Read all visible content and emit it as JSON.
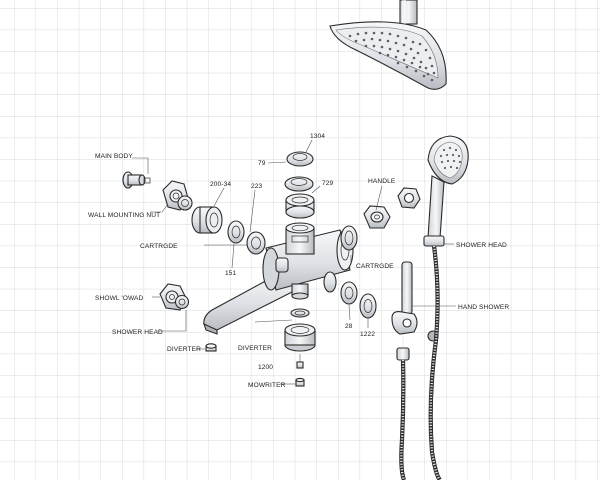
{
  "colors": {
    "grid": "#c9cdd3",
    "outline": "#2b2b2b",
    "metal": "#e4e6e9",
    "metal_dark": "#b9bdc3",
    "leader": "#555555"
  },
  "labels": {
    "main_body": "MAIN BODY",
    "wall_mounting_nut": "WALL MOUNTING NUT",
    "cartridge_left": "CARTRGDE",
    "shower_head_left_upper": "SHOWL 'OWAD",
    "shower_head_left": "SHOWER HEAD",
    "diverter_left": "DIVERTER",
    "diverter_center": "DIVERTER",
    "num_1200": "1200",
    "mowriter": "MOWRITER",
    "num_1304": "1304",
    "num_79": "79",
    "num_729": "729",
    "num_200_34": "200-34",
    "num_223": "223",
    "num_151": "151",
    "cartridge_right": "CARTRGDE",
    "handle": "HANDLE",
    "num_28": "28",
    "num_1222": "1222",
    "shower_head_right": "SHOWER HEAD",
    "hand_shower": "HAND SHOWER"
  }
}
